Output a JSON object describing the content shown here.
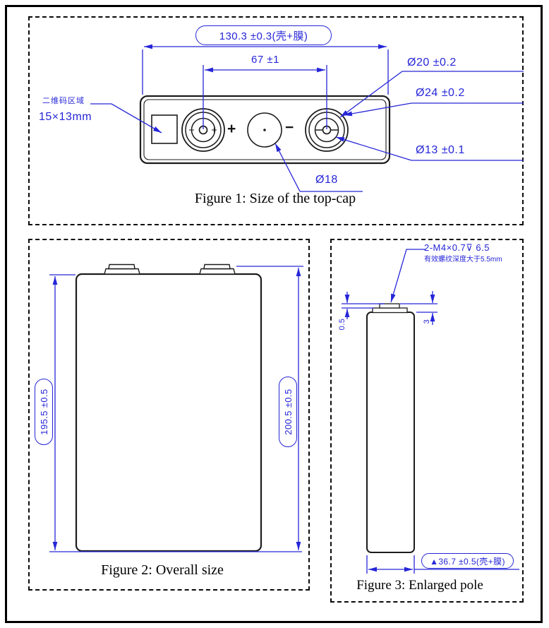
{
  "colors": {
    "dimension_blue": "#2626d8",
    "line_black": "#1c1c1c"
  },
  "figure1": {
    "caption": "Figure 1: Size of the top-cap",
    "dim_total_length": "130.3 ±0.3(壳+膜)",
    "dim_pole_pitch": "67 ±1",
    "dia_20": "Ø20 ±0.2",
    "dia_24": "Ø24 ±0.2",
    "dia_13": "Ø13 ±0.1",
    "dia_18": "Ø18",
    "qr_area_label": "二维码区域",
    "qr_area_size": "15×13mm",
    "positive_mark": "+",
    "negative_mark": "−"
  },
  "figure2": {
    "caption": "Figure 2: Overall size",
    "dim_body_height": "195.5 ±0.5",
    "dim_total_height": "200.5 ±0.5"
  },
  "figure3": {
    "caption": "Figure 3: Enlarged pole",
    "thread_spec": "2-M4×0.7⊽ 6.5",
    "thread_note": "有效螺纹深度大于5.5mm",
    "dim_cap_protrusion": "0.5",
    "dim_terminal_height": "3",
    "dim_thickness": "▲36.7 ±0.5(壳+膜)"
  }
}
